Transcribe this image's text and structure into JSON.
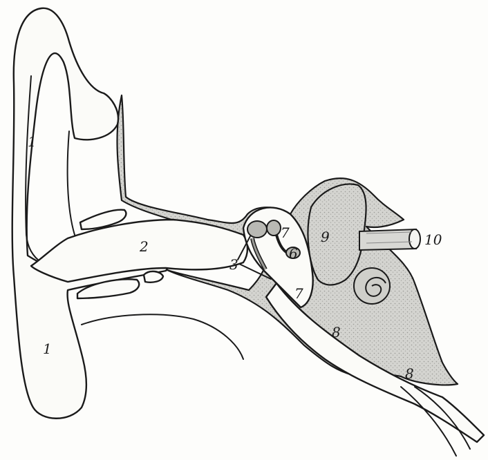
{
  "labels": {
    "auricle_upper": "1",
    "auricle_lower": "1",
    "ear_canal": "2",
    "ossicles": "3",
    "tympanic_cavity_upper": "7",
    "tympanic_cavity_lower": "7",
    "oval_window": "6",
    "eustachian_tube_upper": "8",
    "eustachian_tube_lower": "8",
    "vestibule_cochlea": "9",
    "auditory_nerve": "10"
  }
}
